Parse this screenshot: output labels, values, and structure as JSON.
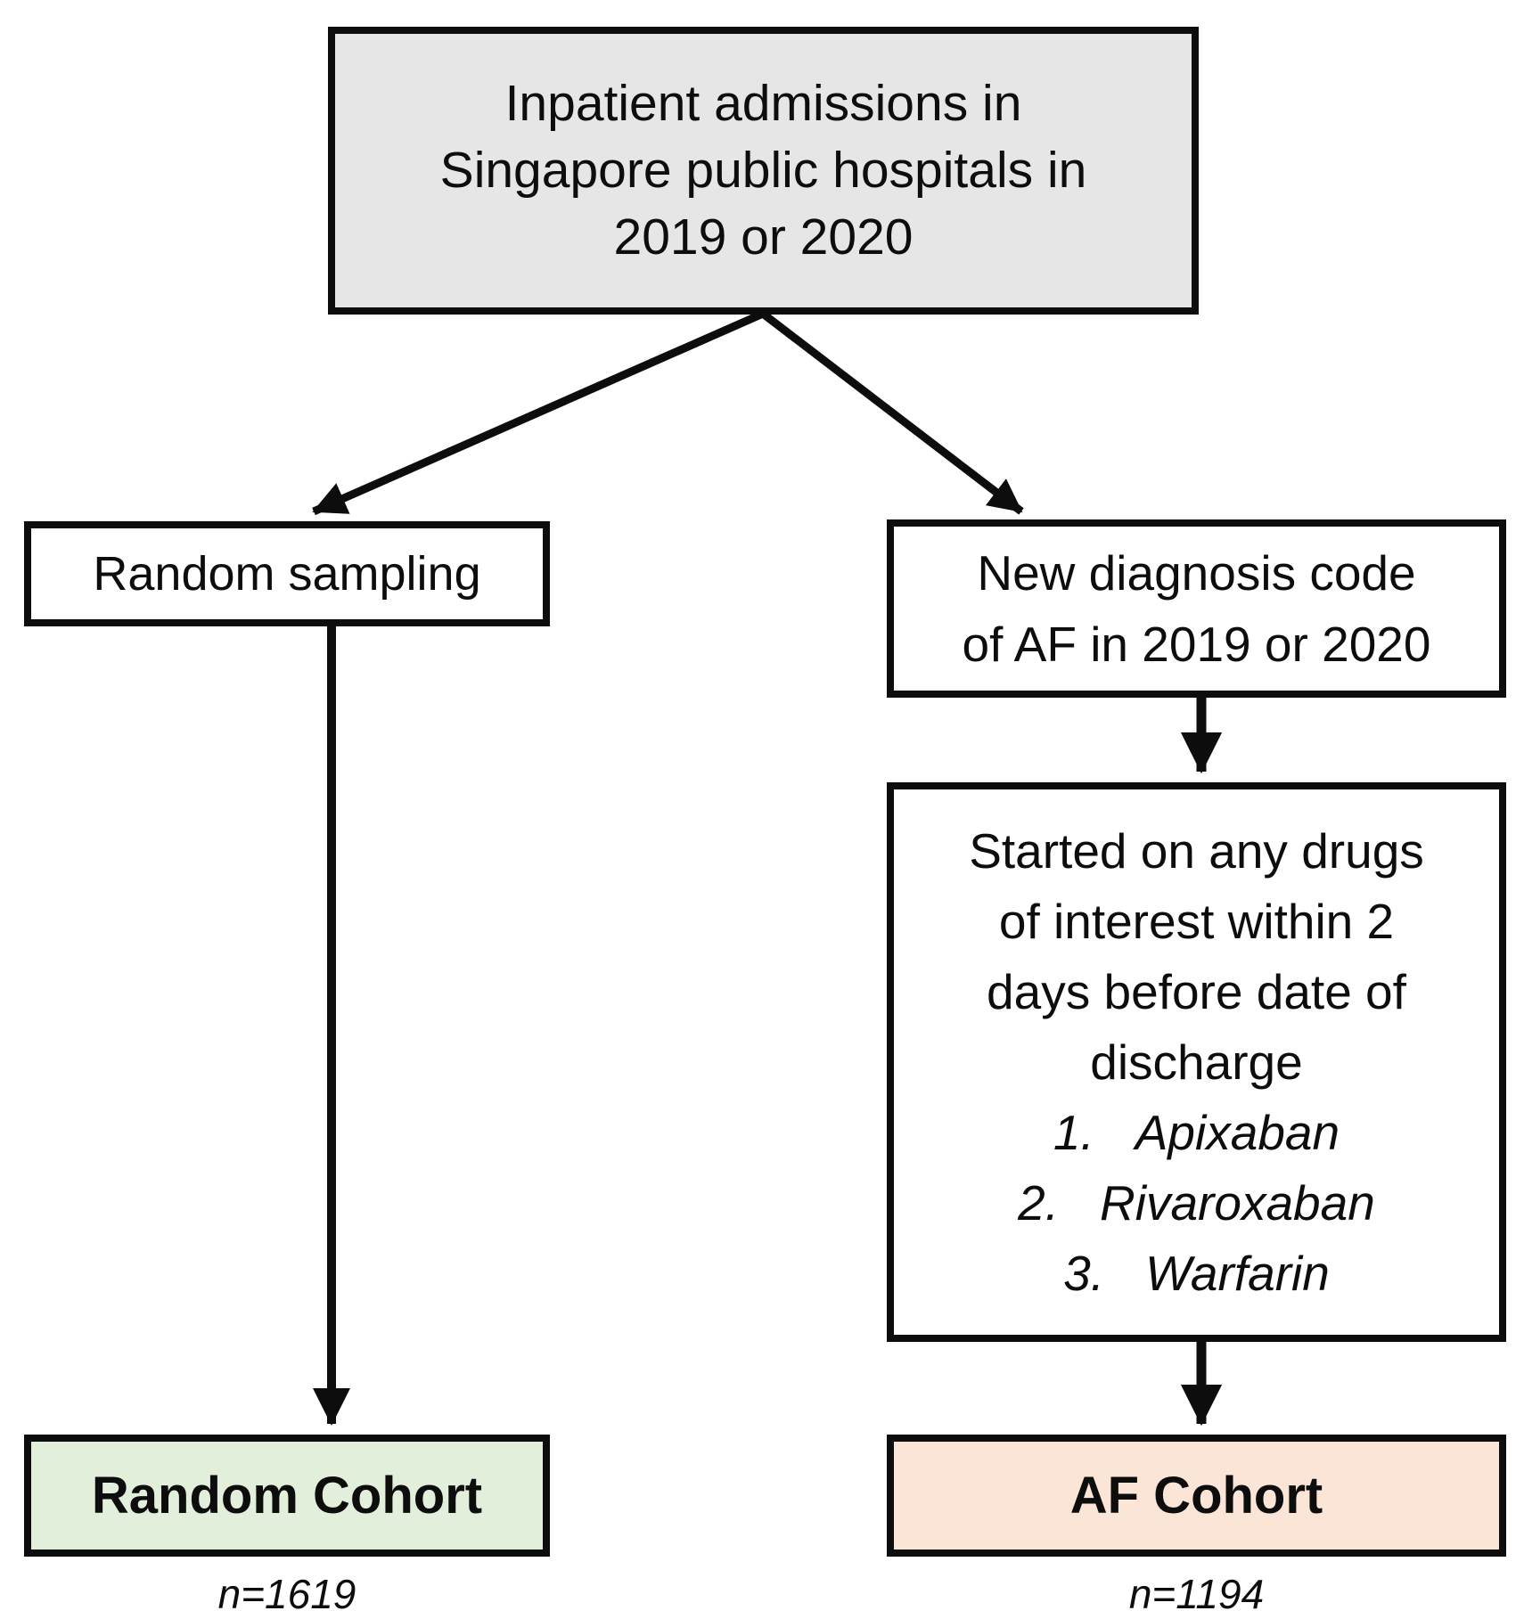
{
  "diagram": {
    "top_box": {
      "lines": [
        "Inpatient admissions in",
        "Singapore public hospitals in",
        "2019 or 2020"
      ]
    },
    "random_branch": {
      "sampling_box": {
        "label": "Random sampling"
      },
      "cohort_box": {
        "label": "Random Cohort"
      },
      "count": "n=1619"
    },
    "af_branch": {
      "diagnosis_box": {
        "lines": [
          "New diagnosis code",
          "of AF in 2019 or 2020"
        ]
      },
      "drugs_box": {
        "lines": [
          "Started on any drugs",
          "of interest within 2",
          "days before date of",
          "discharge"
        ],
        "drugs": [
          {
            "num": "1.",
            "name": "Apixaban"
          },
          {
            "num": "2.",
            "name": "Rivaroxaban"
          },
          {
            "num": "3.",
            "name": "Warfarin"
          }
        ]
      },
      "cohort_box": {
        "label": "AF Cohort"
      },
      "count": "n=1194"
    },
    "colors": {
      "top_box_fill": "#E7E6E6",
      "random_cohort_fill": "#E2EFDA",
      "af_cohort_fill": "#FBE5D6",
      "line": "#000000"
    }
  }
}
